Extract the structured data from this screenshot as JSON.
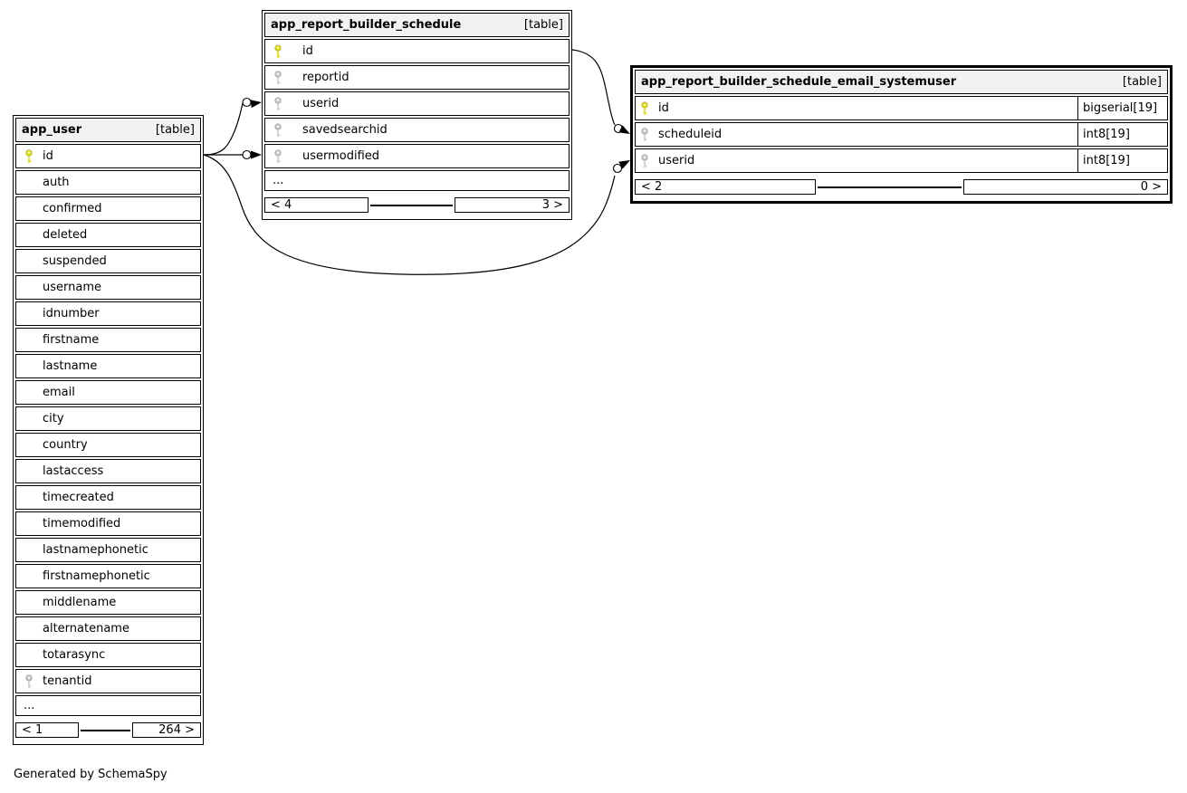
{
  "colors": {
    "key_primary": "#e0e000",
    "key_foreign": "#c9c9c9",
    "header_bg": "#f2f2f2",
    "border": "#000000",
    "background": "#ffffff"
  },
  "generated_by": "Generated by SchemaSpy",
  "tables": {
    "app_user": {
      "name": "app_user",
      "tag": "[table]",
      "columns": [
        {
          "name": "id",
          "key": "primary"
        },
        {
          "name": "auth"
        },
        {
          "name": "confirmed"
        },
        {
          "name": "deleted"
        },
        {
          "name": "suspended"
        },
        {
          "name": "username"
        },
        {
          "name": "idnumber"
        },
        {
          "name": "firstname"
        },
        {
          "name": "lastname"
        },
        {
          "name": "email"
        },
        {
          "name": "city"
        },
        {
          "name": "country"
        },
        {
          "name": "lastaccess"
        },
        {
          "name": "timecreated"
        },
        {
          "name": "timemodified"
        },
        {
          "name": "lastnamephonetic"
        },
        {
          "name": "firstnamephonetic"
        },
        {
          "name": "middlename"
        },
        {
          "name": "alternatename"
        },
        {
          "name": "totarasync"
        },
        {
          "name": "tenantid",
          "key": "foreign"
        }
      ],
      "ellipsis": "...",
      "pager": {
        "prev": "< 1",
        "mid": "",
        "next": "264 >"
      }
    },
    "app_report_builder_schedule": {
      "name": "app_report_builder_schedule",
      "tag": "[table]",
      "columns": [
        {
          "name": "id",
          "key": "primary"
        },
        {
          "name": "reportid",
          "key": "foreign"
        },
        {
          "name": "userid",
          "key": "foreign"
        },
        {
          "name": "savedsearchid",
          "key": "foreign"
        },
        {
          "name": "usermodified",
          "key": "foreign"
        }
      ],
      "ellipsis": "...",
      "pager": {
        "prev": "< 4",
        "mid": "",
        "next": "3 >"
      }
    },
    "app_report_builder_schedule_email_systemuser": {
      "name": "app_report_builder_schedule_email_systemuser",
      "tag": "[table]",
      "columns": [
        {
          "name": "id",
          "key": "primary",
          "type": "bigserial[19]"
        },
        {
          "name": "scheduleid",
          "key": "foreign",
          "type": "int8[19]"
        },
        {
          "name": "userid",
          "key": "foreign",
          "type": "int8[19]"
        }
      ],
      "pager": {
        "prev": "< 2",
        "mid": "",
        "next": "0 >"
      }
    }
  },
  "relationships": [
    {
      "from": "app_user.id",
      "to": "app_report_builder_schedule.userid"
    },
    {
      "from": "app_user.id",
      "to": "app_report_builder_schedule.usermodified"
    },
    {
      "from": "app_user.id",
      "to": "app_report_builder_schedule_email_systemuser.userid"
    },
    {
      "from": "app_report_builder_schedule.id",
      "to": "app_report_builder_schedule_email_systemuser.scheduleid"
    }
  ]
}
